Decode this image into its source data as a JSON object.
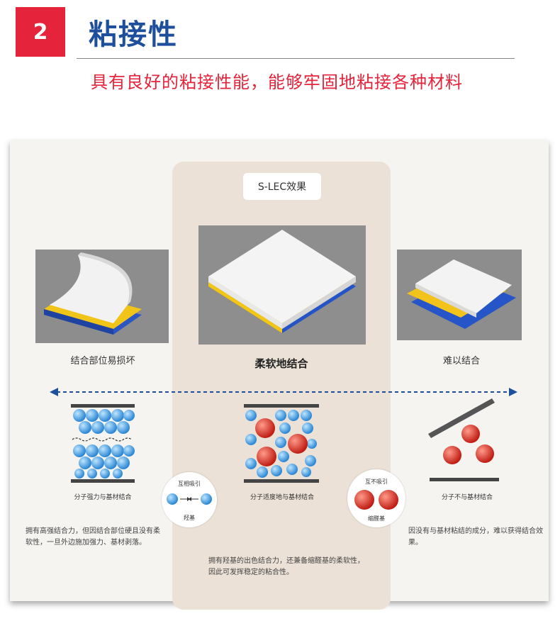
{
  "header": {
    "number": "2",
    "title": "粘接性",
    "subtitle": "具有良好的粘接性能，能够牢固地粘接各种材料"
  },
  "figure": {
    "center_label": "S-LEC效果",
    "left": {
      "caption": "结合部位易损坏",
      "molecule_caption": "分子强力与基材结合",
      "description": "拥有高强结合力，但因结合部位硬且没有柔软性，一旦外边施加强力、基材剥落。"
    },
    "center": {
      "caption": "柔软地结合",
      "molecule_caption": "分子适度地与基材结合",
      "description": "拥有羟基的出色结合力，还兼备缩醛基的柔软性，因此可发挥稳定的粘合性。"
    },
    "right": {
      "caption": "难以结合",
      "molecule_caption": "分子不与基材结合",
      "description": "因没有与基材粘结的成分，难以获得结合效果。"
    },
    "bubble_left": {
      "top": "互相吸引",
      "bottom": "羟基"
    },
    "bubble_right": {
      "top": "互不吸引",
      "bottom": "缩醛基"
    },
    "colors": {
      "accent_red": "#e5233b",
      "title_blue": "#1e4f9c",
      "ball_blue": "#3a9be0",
      "ball_red": "#d42a20"
    }
  }
}
